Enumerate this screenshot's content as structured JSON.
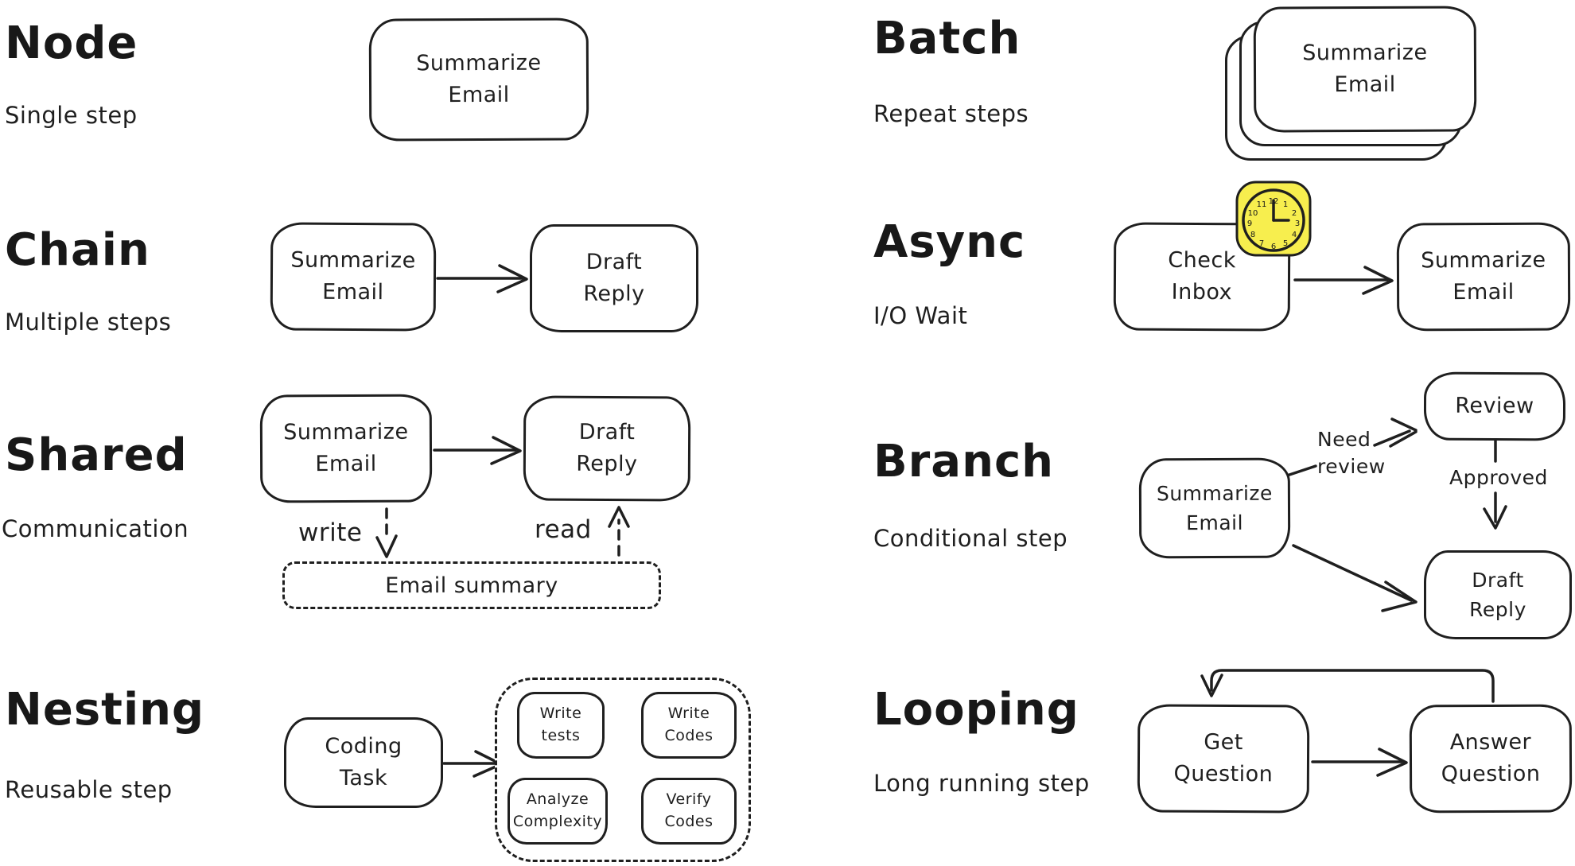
{
  "diagram": {
    "background": "#ffffff",
    "ink": "#1f1f1f",
    "clock_fill": "#f7ee4e"
  },
  "sections": {
    "node": {
      "title": "Node",
      "subtitle": "Single step",
      "box": "Summarize\nEmail"
    },
    "chain": {
      "title": "Chain",
      "subtitle": "Multiple steps",
      "box1": "Summarize\nEmail",
      "box2": "Draft\nReply"
    },
    "shared": {
      "title": "Shared",
      "subtitle": "Communication",
      "box1": "Summarize\nEmail",
      "box2": "Draft\nReply",
      "write_label": "write",
      "read_label": "read",
      "store_box": "Email summary"
    },
    "nesting": {
      "title": "Nesting",
      "subtitle": "Reusable step",
      "task_box": "Coding\nTask",
      "inner1": "Write\ntests",
      "inner2": "Write\nCodes",
      "inner3": "Analyze\nComplexity",
      "inner4": "Verify\nCodes"
    },
    "batch": {
      "title": "Batch",
      "subtitle": "Repeat steps",
      "box": "Summarize\nEmail"
    },
    "async": {
      "title": "Async",
      "subtitle": "I/O Wait",
      "box1": "Check\nInbox",
      "box2": "Summarize\nEmail"
    },
    "branch": {
      "title": "Branch",
      "subtitle": "Conditional step",
      "box1": "Summarize\nEmail",
      "review_box": "Review",
      "draft_box": "Draft\nReply",
      "edge_need_review": "Need\nreview",
      "edge_approved": "Approved"
    },
    "looping": {
      "title": "Looping",
      "subtitle": "Long running step",
      "box1": "Get\nQuestion",
      "box2": "Answer\nQuestion"
    }
  },
  "clock": {
    "time": "3:00",
    "numbers": [
      "12",
      "1",
      "2",
      "3",
      "4",
      "5",
      "6",
      "7",
      "8",
      "9",
      "10",
      "11"
    ]
  }
}
